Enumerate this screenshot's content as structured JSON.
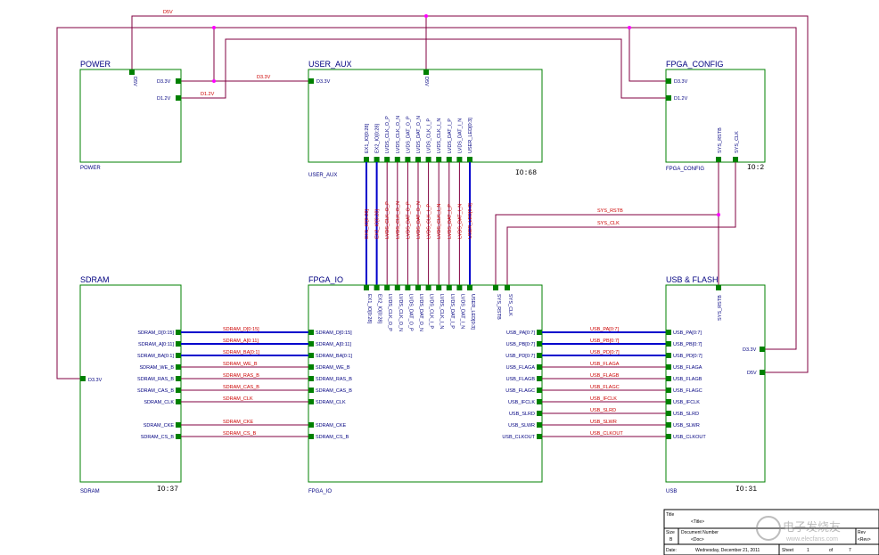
{
  "power_nets": {
    "d5v": "D5V",
    "d33v": "D3.3V",
    "d12v": "D1.2V"
  },
  "blocks": {
    "power": {
      "title": "POWER",
      "sub": "POWER",
      "pins": {
        "d5v": "D5V",
        "d33v": "D3.3V",
        "d12v": "D1.2V"
      }
    },
    "user_aux": {
      "title": "USER_AUX",
      "sub": "USER_AUX",
      "io": "IO:68",
      "pins": {
        "d33v": "D3.3V",
        "d5v": "D5V"
      },
      "bottom_pins": [
        "EX1_IO[0:28]",
        "EX2_IO[0:28]",
        "LVDS_CLK_O_P",
        "LVDS_CLK_O_N",
        "LVDS_DAT_O_P",
        "LVDS_DAT_O_N",
        "LVDS_CLK_I_P",
        "LVDS_CLK_I_N",
        "LVDS_DAT_I_P",
        "LVDS_DAT_I_N",
        "USER_LED[0:3]"
      ]
    },
    "fpga_config": {
      "title": "FPGA_CONFIG",
      "sub": "FPGA_CONFIG",
      "io": "IO:2",
      "pins": {
        "d33v": "D3.3V",
        "d12v": "D1.2V",
        "rstb": "SYS_RSTB",
        "clk": "SYS_CLK"
      }
    },
    "sdram": {
      "title": "SDRAM",
      "sub": "SDRAM",
      "io": "IO:37",
      "pin_d33v": "D3.3V",
      "pins": [
        "SDRAM_D[0:15]",
        "SDRAM_A[0:11]",
        "SDRAM_BA[0:1]",
        "SDRAM_WE_B",
        "SDRAM_RAS_B",
        "SDRAM_CAS_B",
        "SDRAM_CLK",
        "SDRAM_CKE",
        "SDRAM_CS_B"
      ]
    },
    "fpga_io": {
      "title": "FPGA_IO",
      "sub": "FPGA_IO",
      "top_pins": [
        "EX1_IO[0:28]",
        "EX2_IO[0:28]",
        "LVDS_CLK_O_P",
        "LVDS_CLK_O_N",
        "LVDS_DAT_O_P",
        "LVDS_DAT_O_N",
        "LVDS_CLK_I_P",
        "LVDS_CLK_I_N",
        "LVDS_DAT_I_P",
        "LVDS_DAT_I_N",
        "USER_LED[0:3]",
        "SYS_RSTB",
        "SYS_CLK"
      ],
      "left_pins": [
        "SDRAM_D[0:15]",
        "SDRAM_A[0:11]",
        "SDRAM_BA[0:1]",
        "SDRAM_WE_B",
        "SDRAM_RAS_B",
        "SDRAM_CAS_B",
        "SDRAM_CLK",
        "SDRAM_CKE",
        "SDRAM_CS_B"
      ],
      "right_pins": [
        "USB_PA[0:7]",
        "USB_PB[0:7]",
        "USB_PD[0:7]",
        "USB_FLAGA",
        "USB_FLAGB",
        "USB_FLAGC",
        "USB_IFCLK",
        "USB_SLRD",
        "USB_SLWR",
        "USB_CLKOUT"
      ]
    },
    "usb_flash": {
      "title": "USB & FLASH",
      "sub": "USB",
      "io": "IO:31",
      "pins_power": {
        "d33v": "D3.3V",
        "d5v": "D5V"
      },
      "pin_rstb": "SYS_RSTB",
      "pins": [
        "USB_PA[0:7]",
        "USB_PB[0:7]",
        "USB_PD[0:7]",
        "USB_FLAGA",
        "USB_FLAGB",
        "USB_FLAGC",
        "USB_IFCLK",
        "USB_SLRD",
        "USB_SLWR",
        "USB_CLKOUT"
      ]
    }
  },
  "nets": {
    "vertical": [
      "EX1_IO[0:28]",
      "EX2_IO[0:28]",
      "LVDS_CLK_O_P",
      "LVDS_CLK_O_N",
      "LVDS_DAT_O_P",
      "LVDS_DAT_O_N",
      "LVDS_CLK_I_P",
      "LVDS_CLK_I_N",
      "LVDS_DAT_I_P",
      "LVDS_DAT_I_N",
      "USER_LED[0:3]"
    ],
    "sdram": [
      "SDRAM_D[0:15]",
      "SDRAM_A[0:11]",
      "SDRAM_BA[0:1]",
      "SDRAM_WE_B",
      "SDRAM_RAS_B",
      "SDRAM_CAS_B",
      "SDRAM_CLK",
      "SDRAM_CKE",
      "SDRAM_CS_B"
    ],
    "usb": [
      "USB_PA[0:7]",
      "USB_PB[0:7]",
      "USB_PD[0:7]",
      "USB_FLAGA",
      "USB_FLAGB",
      "USB_FLAGC",
      "USB_IFCLK",
      "USB_SLRD",
      "USB_SLWR",
      "USB_CLKOUT"
    ],
    "sys_rstb": "SYS_RSTB",
    "sys_clk": "SYS_CLK"
  },
  "title_block": {
    "title_label": "Title",
    "title_value": "<Title>",
    "size_label": "Size",
    "size_value": "B",
    "docnum_label": "Document Number",
    "docnum_value": "<Doc>",
    "rev_label": "Rev",
    "rev_value": "<Rev>",
    "date_label": "Date:",
    "date_value": "Wednesday, December 21, 2011",
    "sheet_label": "Sheet",
    "sheet_value": "1",
    "of_label": "of",
    "of_value": "7"
  },
  "watermark": {
    "text": "电子发烧友",
    "url": "www.elecfans.com"
  }
}
